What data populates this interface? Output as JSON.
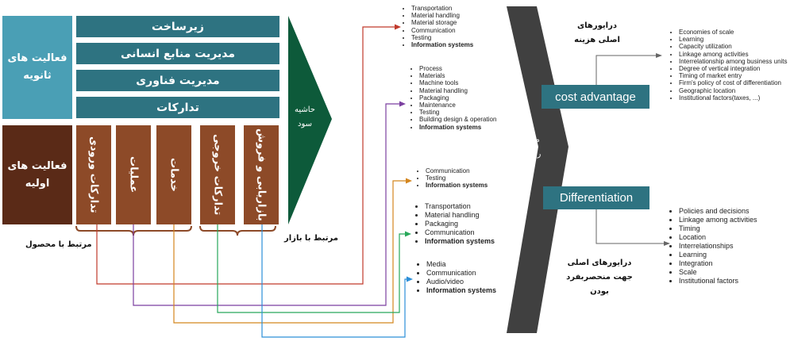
{
  "support": {
    "header": "فعالیت های ثانویه",
    "items": [
      "زیرساخت",
      "مدیریت منابع انسانی",
      "مدیریت فناوری",
      "تدارکات"
    ]
  },
  "primary": {
    "header": "فعالیت های اولیه",
    "items": [
      "تدارکات ورودی",
      "عملیات",
      "خدمات",
      "تدارکات خروجی",
      "بازاریابی و فروش"
    ]
  },
  "margin_label": "حاشیه سود",
  "brackets": {
    "product": "مرتبط با محصول",
    "market": "مرتبط با بازار"
  },
  "lists": {
    "list1": [
      "Transportation",
      "Material handling",
      "Material storage",
      "Communication",
      "Testing",
      "Information systems"
    ],
    "list2": [
      "Process",
      "Materials",
      "Machine tools",
      "Material handling",
      "Packaging",
      "Maintenance",
      "Testing",
      "Building design & operation",
      "Information systems"
    ],
    "list3": [
      "Communication",
      "Testing",
      "Information systems"
    ],
    "list4": [
      "Transportation",
      "Material handling",
      "Packaging",
      "Communication",
      "Information systems"
    ],
    "list5": [
      "Media",
      "Communication",
      "Audio/video",
      "Information systems"
    ]
  },
  "competitive": {
    "label": "مزیت رقابتی",
    "cost_box": "cost advantage",
    "diff_box": "Differentiation",
    "cost_title": "درایورهای اصلی هزینه",
    "diff_title": "درایورهای اصلی جهت منحصربفرد بودن"
  },
  "cost_drivers": [
    "Economies of scale",
    "Learning",
    "Capacity utilization",
    "Linkage among activities",
    "Interrelationship among business units",
    "Degree of vertical integration",
    "Timing of market entry",
    "Firm's policy of cost of differentiation",
    "Geographic location",
    "Institutional factors(taxes, ...)"
  ],
  "diff_drivers": [
    "Policies and decisions",
    "Linkage among activities",
    "Timing",
    "Location",
    "Interrelationships",
    "Learning",
    "Integration",
    "Scale",
    "Institutional factors"
  ],
  "colors": {
    "support": "#2e7381",
    "support_header": "#4a9fb5",
    "primary": "#8d4a28",
    "primary_header": "#5a2a17",
    "margin": "#0d5a3a",
    "competitive": "#404040",
    "red": "#c0392b",
    "purple": "#7b3fa0",
    "orange": "#d4861e",
    "green": "#27a85a",
    "blue": "#2c8fd8"
  }
}
